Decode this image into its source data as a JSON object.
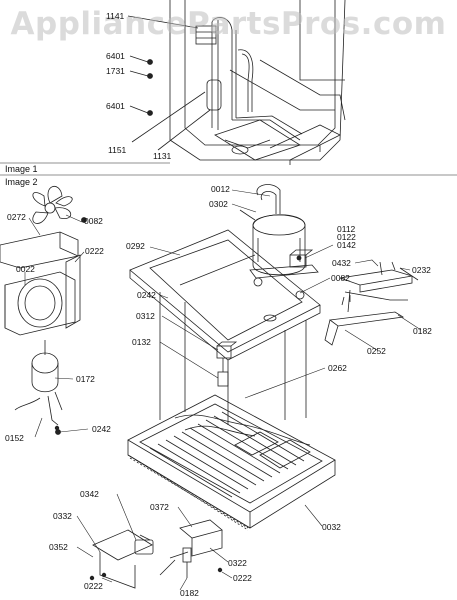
{
  "watermark": "AppliancePartsPros.com",
  "captions": {
    "image1": "Image 1",
    "image2": "Image 2"
  },
  "parts": {
    "p1141": "1141",
    "p6401a": "6401",
    "p1731": "1731",
    "p6401b": "6401",
    "p1151": "1151",
    "p1131": "1131",
    "p0012": "0012",
    "p0302": "0302",
    "p0272": "0272",
    "p0082a": "0082",
    "p0222a": "0222",
    "p0022": "0022",
    "p0292": "0292",
    "p0112": "0112",
    "p0122": "0122",
    "p0142": "0142",
    "p0432": "0432",
    "p0232": "0232",
    "p0082b": "0082",
    "p0242a": "0242",
    "p0312": "0312",
    "p0182a": "0182",
    "p0252": "0252",
    "p0132": "0132",
    "p0172": "0172",
    "p0262": "0262",
    "p0152": "0152",
    "p0242b": "0242",
    "p0342": "0342",
    "p0372": "0372",
    "p0032": "0032",
    "p0332": "0332",
    "p0352": "0352",
    "p0322": "0322",
    "p0222b": "0222",
    "p0222c": "0222",
    "p0182b": "0182"
  }
}
